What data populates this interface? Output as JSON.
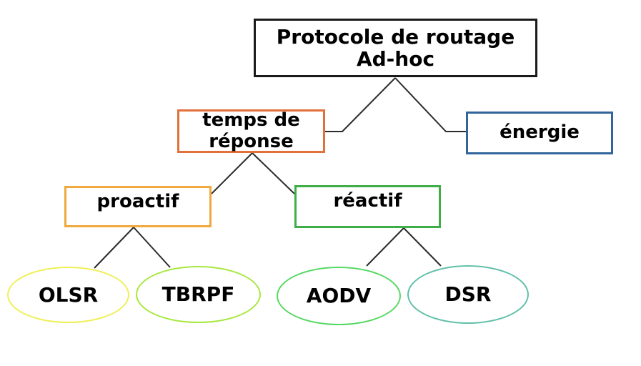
{
  "diagram": {
    "edge_color": "#2b2b2b",
    "background_color": "#ffffff",
    "nodes": {
      "root": {
        "shape": "rect",
        "line1": "Protocole de routage",
        "line2": "Ad-hoc",
        "border_color": "#1a1a1a"
      },
      "temps": {
        "shape": "rect",
        "line1": "temps de",
        "line2": "réponse",
        "border_color": "#e2703a"
      },
      "energie": {
        "shape": "rect",
        "label": "énergie",
        "border_color": "#31659c"
      },
      "proactif": {
        "shape": "rect",
        "label": "proactif",
        "border_color": "#efa93c"
      },
      "reactif": {
        "shape": "rect",
        "label": "réactif",
        "border_color": "#3fae49"
      },
      "olsr": {
        "shape": "ellipse",
        "label": "OLSR",
        "border_color": "#efef55"
      },
      "tbrpf": {
        "shape": "ellipse",
        "label": "TBRPF",
        "border_color": "#a6e83c"
      },
      "aodv": {
        "shape": "ellipse",
        "label": "AODV",
        "border_color": "#55d862"
      },
      "dsr": {
        "shape": "ellipse",
        "label": "DSR",
        "border_color": "#5fbfa8"
      }
    }
  }
}
